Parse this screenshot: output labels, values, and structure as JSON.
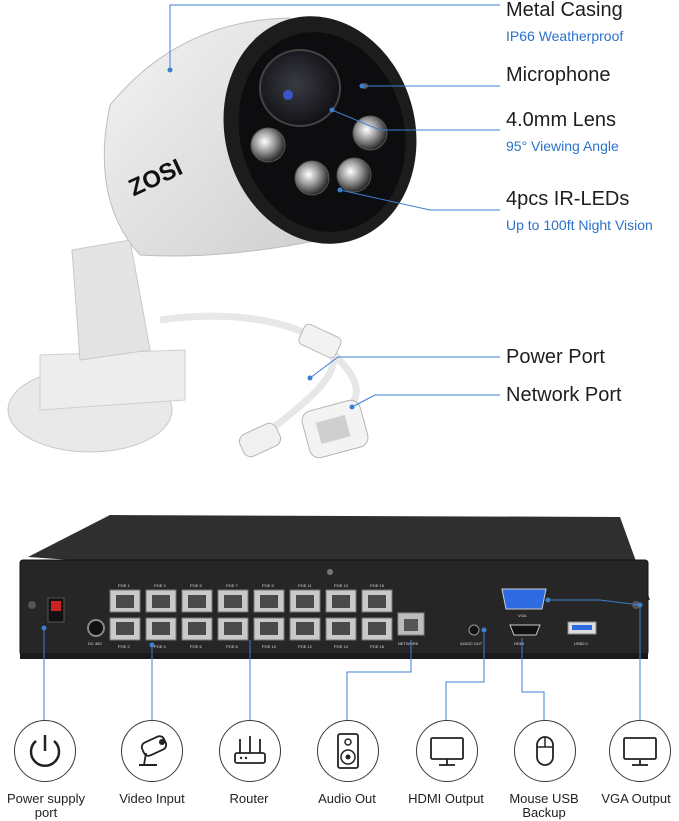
{
  "camera": {
    "brand": "ZOSI",
    "labels": [
      {
        "title": "Metal Casing",
        "subtitle": "IP66 Weatherproof"
      },
      {
        "title": "Microphone",
        "subtitle": ""
      },
      {
        "title": "4.0mm Lens",
        "subtitle": "95° Viewing Angle"
      },
      {
        "title": "4pcs IR-LEDs",
        "subtitle": "Up to 100ft Night Vision"
      },
      {
        "title": "Power Port",
        "subtitle": ""
      },
      {
        "title": "Network Port",
        "subtitle": ""
      }
    ]
  },
  "nvr": {
    "poe_top": [
      "POE 1",
      "POE 3",
      "POE 5",
      "POE 7",
      "POE 9",
      "POE 11",
      "POE 13",
      "POE 15"
    ],
    "poe_bottom": [
      "POE 2",
      "POE 4",
      "POE 6",
      "POE 8",
      "POE 10",
      "POE 12",
      "POE 14",
      "POE 16"
    ],
    "dc_label": "DC 48V",
    "network_label": "NETWORK",
    "audio_label": "AUDIO OUT",
    "vga_label": "VGA",
    "hdmi_label": "HDMI",
    "usb_label": "USB2.0"
  },
  "icons": [
    {
      "label": "Power supply port",
      "icon": "power-icon"
    },
    {
      "label": "Video Input",
      "icon": "camera-icon"
    },
    {
      "label": "Router",
      "icon": "router-icon"
    },
    {
      "label": "Audio Out",
      "icon": "speaker-icon"
    },
    {
      "label": "HDMI Output",
      "icon": "monitor-icon"
    },
    {
      "label": "Mouse USB Backup",
      "icon": "mouse-icon"
    },
    {
      "label": "VGA Output",
      "icon": "monitor-icon"
    }
  ],
  "colors": {
    "accent": "#2b72c9",
    "line": "#3b7fd0",
    "nvr_body": "#2c2c2c"
  }
}
